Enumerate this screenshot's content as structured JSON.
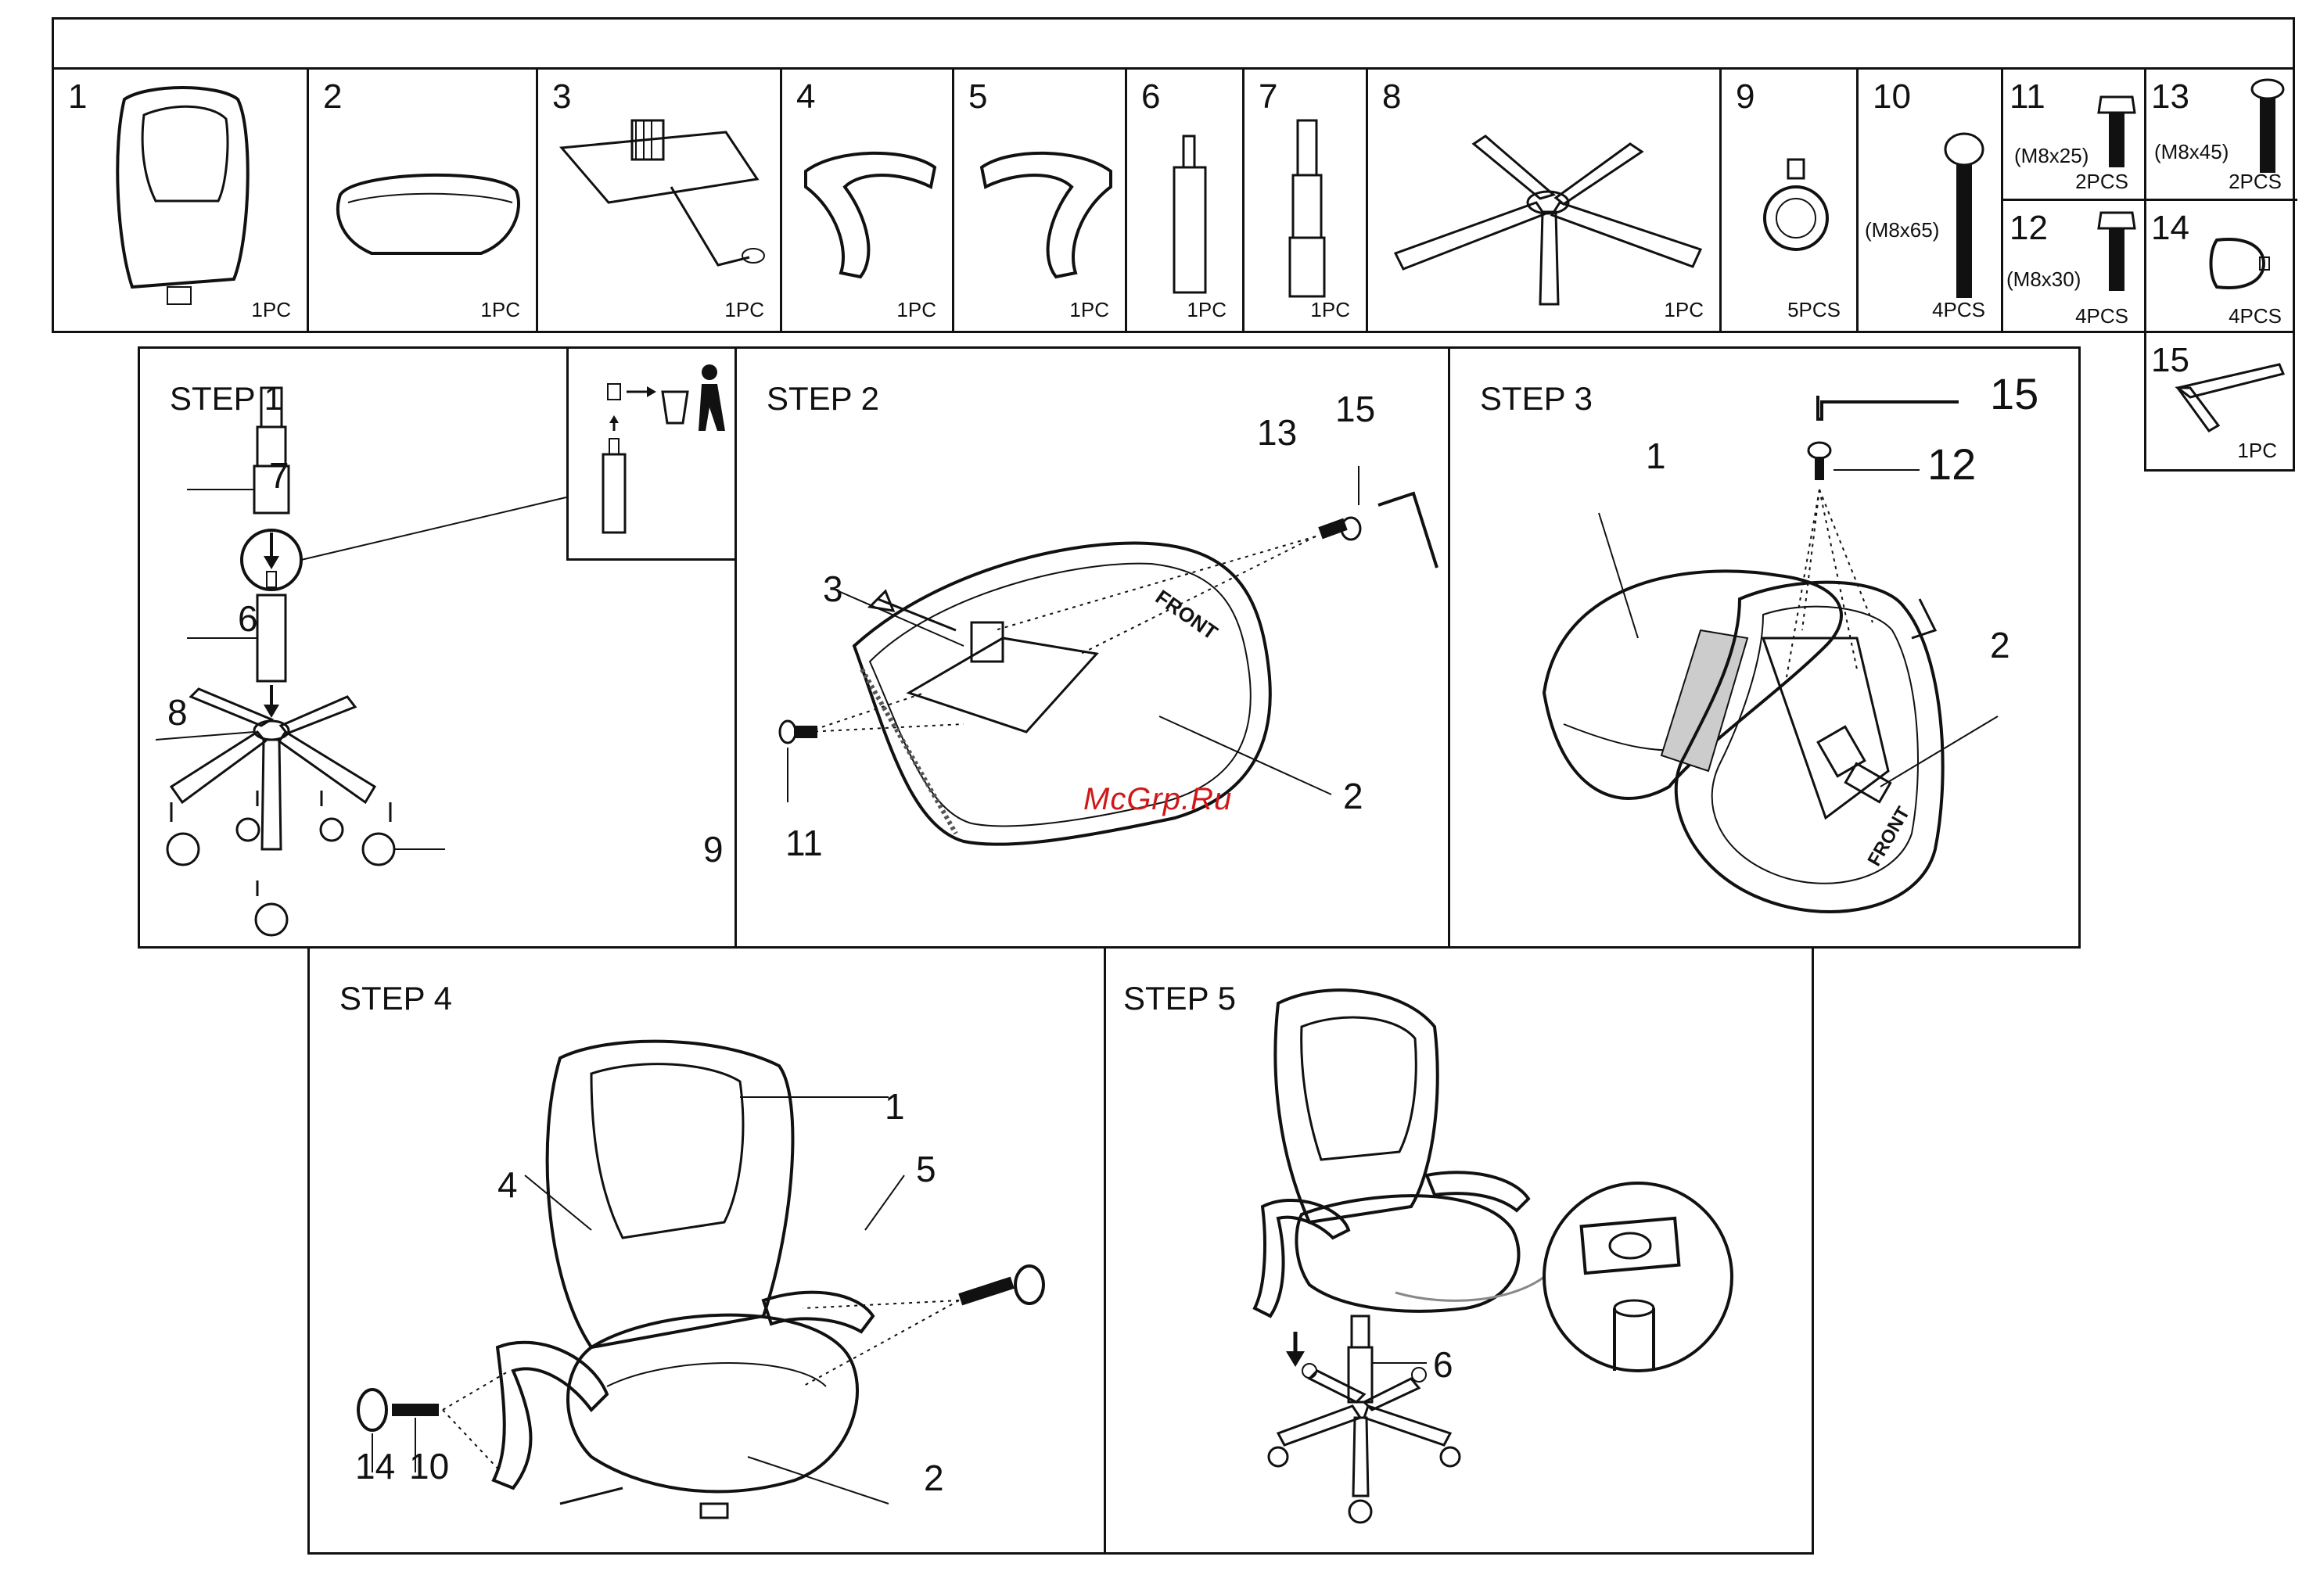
{
  "parts": [
    {
      "num": "1",
      "qty": "1PC",
      "icon": "backrest-icon"
    },
    {
      "num": "2",
      "qty": "1PC",
      "icon": "seat-icon"
    },
    {
      "num": "3",
      "qty": "1PC",
      "icon": "mechanism-icon"
    },
    {
      "num": "4",
      "qty": "1PC",
      "icon": "left-armrest-icon"
    },
    {
      "num": "5",
      "qty": "1PC",
      "icon": "right-armrest-icon"
    },
    {
      "num": "6",
      "qty": "1PC",
      "icon": "gas-lift-icon"
    },
    {
      "num": "7",
      "qty": "1PC",
      "icon": "gas-lift-cover-icon"
    },
    {
      "num": "8",
      "qty": "1PC",
      "icon": "base-icon"
    },
    {
      "num": "9",
      "qty": "5PCS",
      "icon": "caster-icon"
    },
    {
      "num": "10",
      "qty": "4PCS",
      "spec": "(M8x65)",
      "icon": "bolt-icon"
    },
    {
      "num": "11",
      "qty": "2PCS",
      "spec": "(M8x25)",
      "icon": "bolt-icon"
    },
    {
      "num": "12",
      "qty": "4PCS",
      "spec": "(M8x30)",
      "icon": "bolt-icon"
    },
    {
      "num": "13",
      "qty": "2PCS",
      "spec": "(M8x45)",
      "icon": "bolt-icon"
    },
    {
      "num": "14",
      "qty": "4PCS",
      "icon": "cap-icon"
    },
    {
      "num": "15",
      "qty": "1PC",
      "icon": "allen-key-icon"
    }
  ],
  "steps": {
    "s1": {
      "title": "STEP 1",
      "labels": [
        "7",
        "6",
        "8",
        "9"
      ]
    },
    "s2": {
      "title": "STEP 2",
      "labels": [
        "3",
        "13",
        "15",
        "11",
        "2"
      ],
      "front": "FRONT"
    },
    "s3": {
      "title": "STEP 3",
      "labels": [
        "15",
        "1",
        "12",
        "2"
      ],
      "front": "FRONT"
    },
    "s4": {
      "title": "STEP 4",
      "labels": [
        "1",
        "4",
        "5",
        "14",
        "10",
        "2"
      ]
    },
    "s5": {
      "title": "STEP 5",
      "labels": [
        "6"
      ]
    }
  },
  "watermark": "McGrp.Ru",
  "colors": {
    "line": "#111111",
    "watermark": "#d01818"
  }
}
